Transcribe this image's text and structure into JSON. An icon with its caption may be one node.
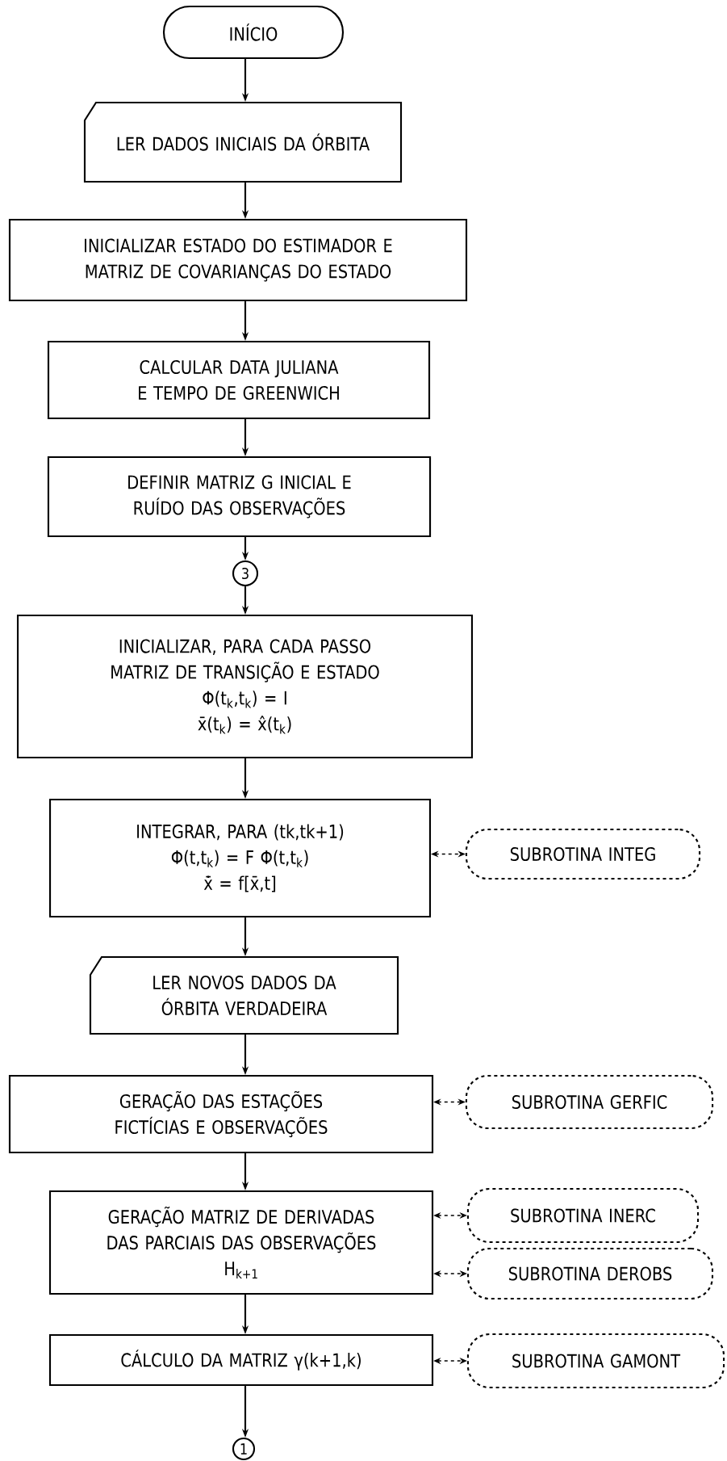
{
  "diagram": {
    "nodes": [
      {
        "text": [
          "INÍCIO"
        ]
      },
      {
        "text": [
          "LER DADOS INICIAIS DA ÓRBITA"
        ]
      },
      {
        "text": [
          "INICIALIZAR ESTADO DO ESTIMADOR E MATRIZ DE COVARIANÇAS DO ESTADO"
        ]
      },
      {
        "text": [
          "CALCULAR DATA JULIANA E TEMPO DE GREENWICH"
        ]
      },
      {
        "text": [
          "DEFINIR MATRIZ G INICIAL E RUÍDO DAS OBSERVAÇÕES"
        ]
      },
      {
        "text": [
          "3"
        ]
      },
      {
        "text": [
          "INICIALIZAR, PARA CADA PASSO MATRIZ DE TRANSIÇÃO E ESTADO",
          "Φ(t$_{k}$,t$_{k}$) = I",
          "x̄(t$_{k}$) = x̂(t$_{k}$)"
        ]
      },
      {
        "text": [
          "INTEGRAR, PARA (tk,tk+1)",
          "Φ(t,t$_{k}$) = F Φ(t,t$_{k}$)",
          "x̄̇ = f[x̄,t]"
        ]
      },
      {
        "text": [
          "SUBROTINA INTEG"
        ]
      },
      {
        "text": [
          "LER NOVOS DADOS DA ÓRBITA VERDADEIRA"
        ]
      },
      {
        "text": [
          "GERAÇÃO DAS ESTAÇÕES FICTÍCIAS E OBSERVAÇÕES"
        ]
      },
      {
        "text": [
          "SUBROTINA GERFIC"
        ]
      },
      {
        "text": [
          "GERAÇÃO MATRIZ DE DERIVADAS DAS PARCIAIS DAS OBSERVAÇÕES",
          "H$_{k+1}$"
        ]
      },
      {
        "text": [
          "SUBROTINA INERC"
        ]
      },
      {
        "text": [
          "SUBROTINA DEROBS"
        ]
      },
      {
        "text": [
          "CÁLCULO DA MATRIZ γ(k+1,k)"
        ]
      },
      {
        "text": [
          "SUBROTINA GAMONT"
        ]
      },
      {
        "text": [
          "1"
        ]
      }
    ],
    "edges": [
      {
        "from": 0,
        "to": 1,
        "arrow": "to"
      },
      {
        "from": 1,
        "to": 2,
        "arrow": "to"
      },
      {
        "from": 2,
        "to": 3,
        "arrow": "to"
      },
      {
        "from": 3,
        "to": 4,
        "arrow": "to"
      },
      {
        "from": 4,
        "to": 5,
        "arrow": "to"
      },
      {
        "from": 5,
        "to": 6,
        "arrow": "to"
      },
      {
        "from": 6,
        "to": 7,
        "arrow": "to"
      },
      {
        "from": 7,
        "to": 8,
        "arrow": "both",
        "style": "dashed"
      },
      {
        "from": 7,
        "to": 9,
        "arrow": "to"
      },
      {
        "from": 9,
        "to": 10,
        "arrow": "to"
      },
      {
        "from": 10,
        "to": 11,
        "arrow": "both",
        "style": "dashed"
      },
      {
        "from": 10,
        "to": 12,
        "arrow": "to"
      },
      {
        "from": 12,
        "to": 13,
        "arrow": "both",
        "style": "dashed"
      },
      {
        "from": 12,
        "to": 14,
        "arrow": "both",
        "style": "dashed"
      },
      {
        "from": 12,
        "to": 15,
        "arrow": "to"
      },
      {
        "from": 15,
        "to": 16,
        "arrow": "both",
        "style": "dashed"
      },
      {
        "from": 15,
        "to": 17,
        "arrow": "to"
      }
    ]
  }
}
